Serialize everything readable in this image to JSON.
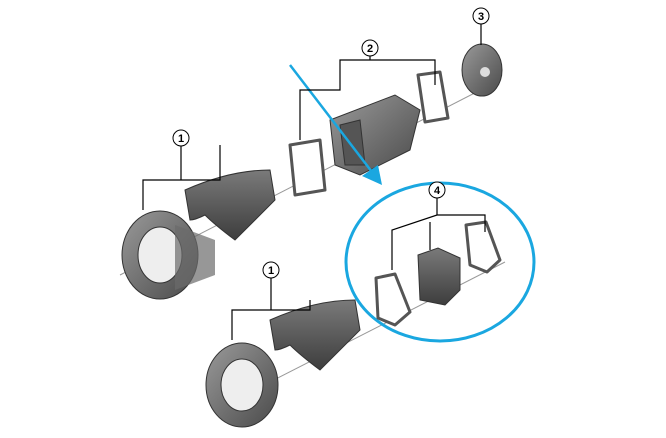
{
  "diagram": {
    "callouts": [
      {
        "id": "part-1-upper",
        "label": "1"
      },
      {
        "id": "part-2",
        "label": "2"
      },
      {
        "id": "part-3",
        "label": "3"
      },
      {
        "id": "part-4",
        "label": "4"
      },
      {
        "id": "part-1-lower",
        "label": "1"
      }
    ],
    "highlight_color": "#1aa7e0",
    "part_color": "#6b6b6b"
  }
}
